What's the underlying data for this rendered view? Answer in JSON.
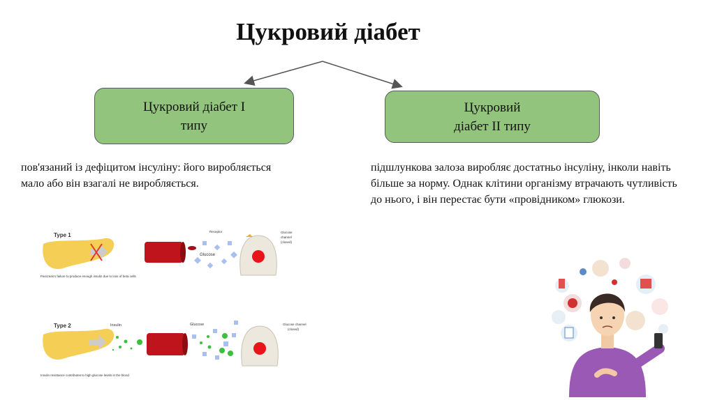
{
  "title": "Цукровий діабет",
  "type1": {
    "label_line1": "Цукровий діабет I",
    "label_line2": "типу",
    "description": "пов'язаний із дефіцитом інсуліну: його виробляється мало або він взагалі не виробляється."
  },
  "type2": {
    "label_line1": "Цукровий",
    "label_line2": "діабет II типу",
    "description": "підшлункова залоза виробляє достатньо інсуліну, інколи навіть більше за норму. Однак клітини організму втрачають чутливість до нього, і він перестає бути «провідником» глюкози."
  },
  "illustration": {
    "type1_title": "Type 1",
    "type1_receptor": "Receptor",
    "type1_glucose": "Glucose",
    "type1_channel_1": "Glucose",
    "type1_channel_2": "channel",
    "type1_channel_3": "(closed)",
    "type1_caption": "Pancreas's failure to produce  enough insulin due to loss of beta cells",
    "type2_title": "Type 2",
    "type2_insulin": "Insulin",
    "type2_glucose": "Glucose",
    "type2_channel_1": "Glucose channel",
    "type2_channel_2": "(closed)",
    "type2_caption": "Insulin resistance contributes to high glucose levels in the blood"
  },
  "colors": {
    "box_fill": "#93c47d",
    "box_border": "#5a5a5a",
    "cell_nucleus": "#e8141a",
    "vessel": "#c0141c"
  }
}
